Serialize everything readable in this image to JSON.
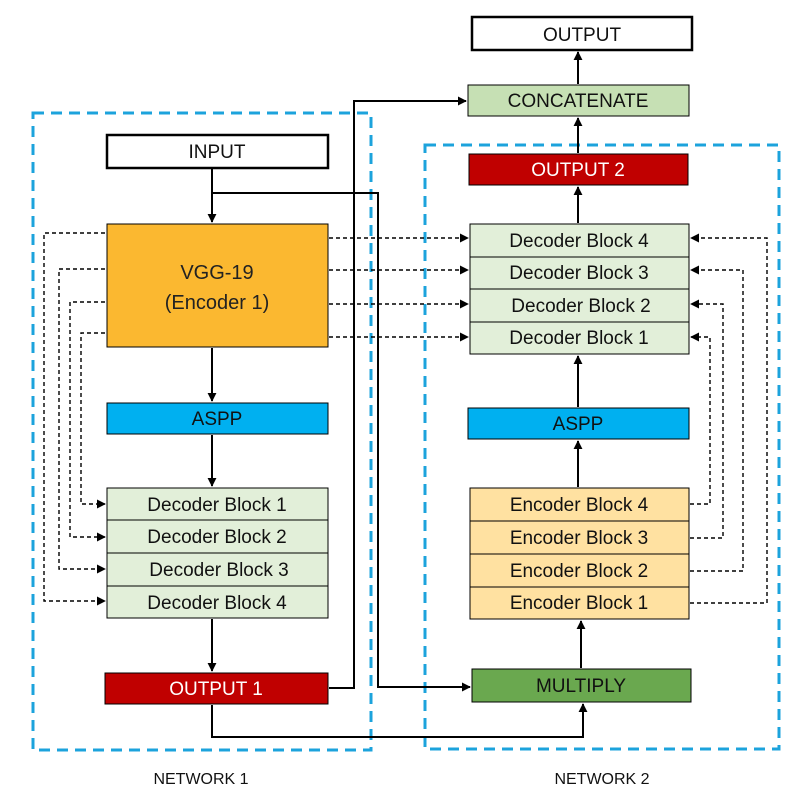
{
  "colors": {
    "frame_dash": "#1ca3dc",
    "encoder1": "#fbb830",
    "aspp": "#00b0f0",
    "output_red": "#c00000",
    "block_green": "#e2efd9",
    "block_yellow": "#ffe1a1",
    "concat": "#c6e0b4",
    "multiply": "#6aa84f"
  },
  "network1": {
    "caption": "NETWORK 1",
    "input": "INPUT",
    "encoder_line1": "VGG-19",
    "encoder_line2": "(Encoder 1)",
    "aspp": "ASPP",
    "decoder_blocks": [
      "Decoder Block 1",
      "Decoder Block 2",
      "Decoder Block 3",
      "Decoder Block 4"
    ],
    "output": "OUTPUT 1"
  },
  "network2": {
    "caption": "NETWORK 2",
    "multiply": "MULTIPLY",
    "encoder_blocks": [
      "Encoder Block 1",
      "Encoder Block 2",
      "Encoder Block 3",
      "Encoder Block 4"
    ],
    "aspp": "ASPP",
    "decoder_blocks": [
      "Decoder Block 1",
      "Decoder Block 2",
      "Decoder Block 3",
      "Decoder Block 4"
    ],
    "output": "OUTPUT 2"
  },
  "concatenate": "CONCATENATE",
  "output": "OUTPUT"
}
